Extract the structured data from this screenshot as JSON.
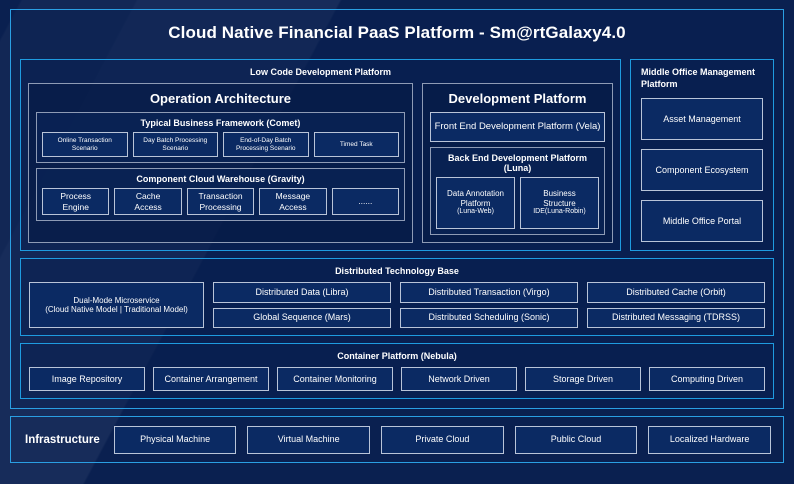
{
  "theme": {
    "background": "#0a2050",
    "accent_border": "#2a9fe3",
    "node_border": "#b9c4d8",
    "node_fill": "#0b2a63",
    "text": "#ffffff"
  },
  "main": {
    "title": "Cloud Native Financial PaaS Platform - Sm@rtGalaxy4.0",
    "low_code": {
      "title": "Low Code Development Platform",
      "operation_architecture": {
        "title": "Operation Architecture",
        "groups": [
          {
            "title": "Typical Business Framework (Comet)",
            "items": [
              "Online Transaction\nScenario",
              "Day Batch Processing\nScenario",
              "End-of-Day Batch\nProcessing Scenario",
              "Timed Task"
            ]
          },
          {
            "title": "Component Cloud Warehouse (Gravity)",
            "items": [
              "Process\nEngine",
              "Cache\nAccess",
              "Transaction\nProcessing",
              "Message\nAccess",
              "......"
            ]
          }
        ]
      },
      "development_platform": {
        "title": "Development Platform",
        "front_end": "Front End Development Platform (Vela)",
        "back_end": {
          "title": "Back End Development Platform (Luna)",
          "items": [
            {
              "main": "Data Annotation\nPlatform",
              "sub": "(Luna-Web)"
            },
            {
              "main": "Business\nStructure",
              "sub": "IDE(Luna-Robin)"
            }
          ]
        }
      }
    },
    "middle_office": {
      "title": "Middle Office Management Platform",
      "items": [
        "Asset Management",
        "Component Ecosystem",
        "Middle Office Portal"
      ]
    },
    "distributed_technology_base": {
      "title": "Distributed Technology Base",
      "dual_mode": "Dual-Mode Microservice\n(Cloud Native Model | Traditional Model)",
      "items": [
        "Distributed Data (Libra)",
        "Distributed Transaction (Virgo)",
        "Distributed Cache (Orbit)",
        "Global Sequence (Mars)",
        "Distributed Scheduling (Sonic)",
        "Distributed Messaging (TDRSS)"
      ]
    },
    "container_platform": {
      "title": "Container Platform (Nebula)",
      "items": [
        "Image Repository",
        "Container Arrangement",
        "Container Monitoring",
        "Network Driven",
        "Storage Driven",
        "Computing Driven"
      ]
    }
  },
  "infrastructure": {
    "label": "Infrastructure",
    "items": [
      "Physical Machine",
      "Virtual Machine",
      "Private Cloud",
      "Public Cloud",
      "Localized Hardware"
    ]
  }
}
